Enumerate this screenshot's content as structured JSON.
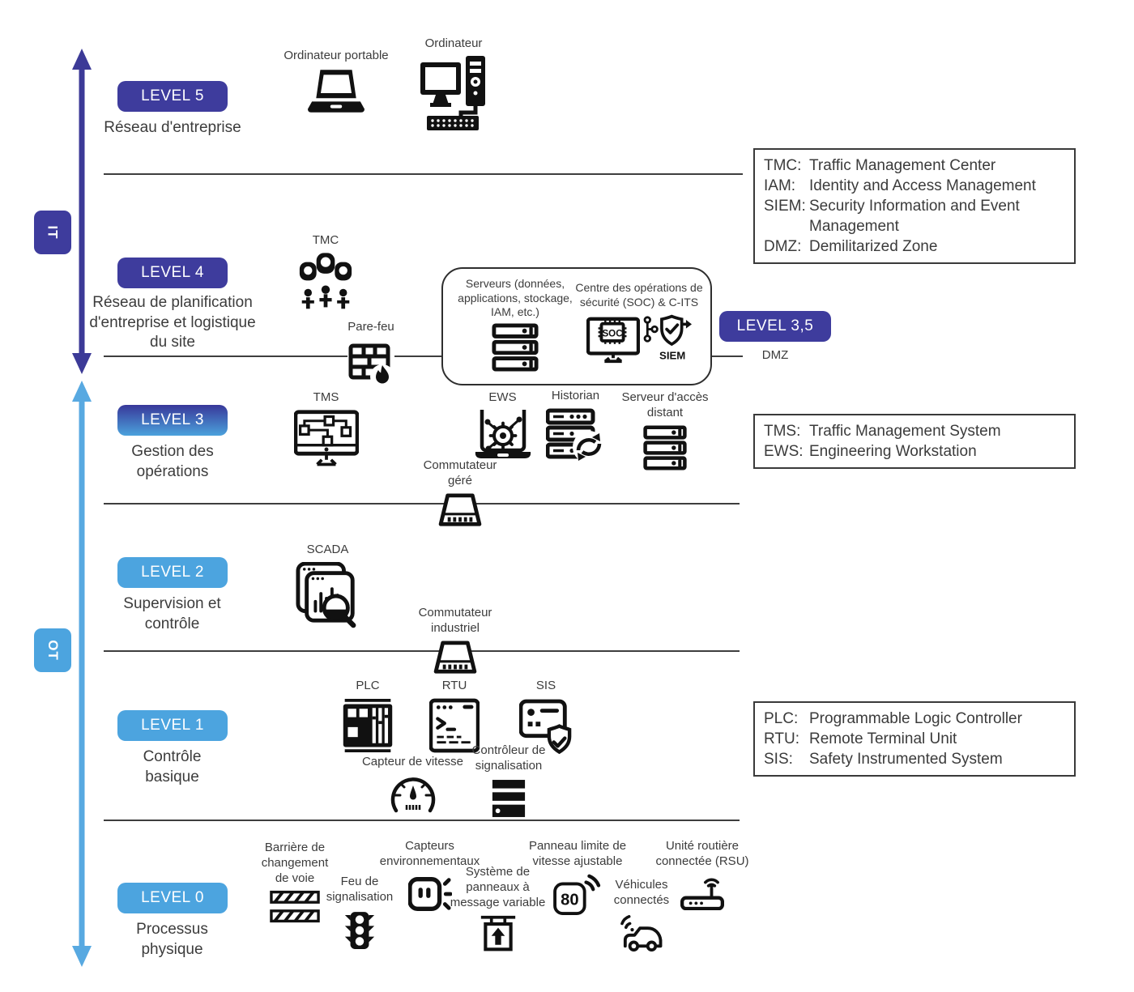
{
  "colors": {
    "it_purple": "#3E3C9D",
    "ot_blue": "#4CA4DF"
  },
  "rails": {
    "it": "IT",
    "ot": "OT"
  },
  "levels": {
    "l5": {
      "badge": "LEVEL 5",
      "name": "Réseau d'entreprise"
    },
    "l4": {
      "badge": "LEVEL 4",
      "name": "Réseau de planification d'entreprise et logistique du site"
    },
    "l35": {
      "badge": "LEVEL 3,5",
      "name": "DMZ"
    },
    "l3": {
      "badge": "LEVEL 3",
      "name": "Gestion des opérations"
    },
    "l2": {
      "badge": "LEVEL 2",
      "name": "Supervision et contrôle"
    },
    "l1": {
      "badge": "LEVEL 1",
      "name": "Contrôle basique"
    },
    "l0": {
      "badge": "LEVEL 0",
      "name": "Processus physique"
    }
  },
  "nodes": {
    "laptop": "Ordinateur portable",
    "desktop": "Ordinateur",
    "tmc": "TMC",
    "firewall": "Pare-feu",
    "servers": "Serveurs (données, applications, stockage, IAM, etc.)",
    "soc": "Centre des opérations de sécurité (SOC) & C-ITS",
    "soc_chip": "SOC",
    "siem": "SIEM",
    "tms": "TMS",
    "ews": "EWS",
    "historian": "Historian",
    "remote_access": "Serveur d'accès distant",
    "managed_switch": "Commutateur géré",
    "scada": "SCADA",
    "industrial_switch": "Commutateur industriel",
    "plc": "PLC",
    "rtu": "RTU",
    "sis": "SIS",
    "speed_sensor": "Capteur de vitesse",
    "signal_controller": "Contrôleur de signalisation",
    "lane_barrier": "Barrière de changement de voie",
    "traffic_light": "Feu de signalisation",
    "env_sensors": "Capteurs environnementaux",
    "vms": "Système de panneaux à message variable",
    "speed_sign": "Panneau limite de vitesse ajustable",
    "speed_sign_value": "80",
    "connected_vehicles": "Véhicules connectés",
    "rsu": "Unité routière connectée (RSU)"
  },
  "legends": [
    {
      "rows": [
        {
          "abbr": "TMC:",
          "def": "Traffic Management Center"
        },
        {
          "abbr": "IAM:",
          "def": "Identity and Access Management"
        },
        {
          "abbr": "SIEM:",
          "def": "Security Information and Event Management"
        },
        {
          "abbr": "DMZ:",
          "def": "Demilitarized Zone"
        }
      ]
    },
    {
      "rows": [
        {
          "abbr": "TMS:",
          "def": "Traffic Management System"
        },
        {
          "abbr": "EWS:",
          "def": "Engineering Workstation"
        }
      ]
    },
    {
      "rows": [
        {
          "abbr": "PLC:",
          "def": "Programmable Logic Controller"
        },
        {
          "abbr": "RTU:",
          "def": "Remote Terminal Unit"
        },
        {
          "abbr": "SIS:",
          "def": "Safety Instrumented System"
        }
      ]
    }
  ]
}
